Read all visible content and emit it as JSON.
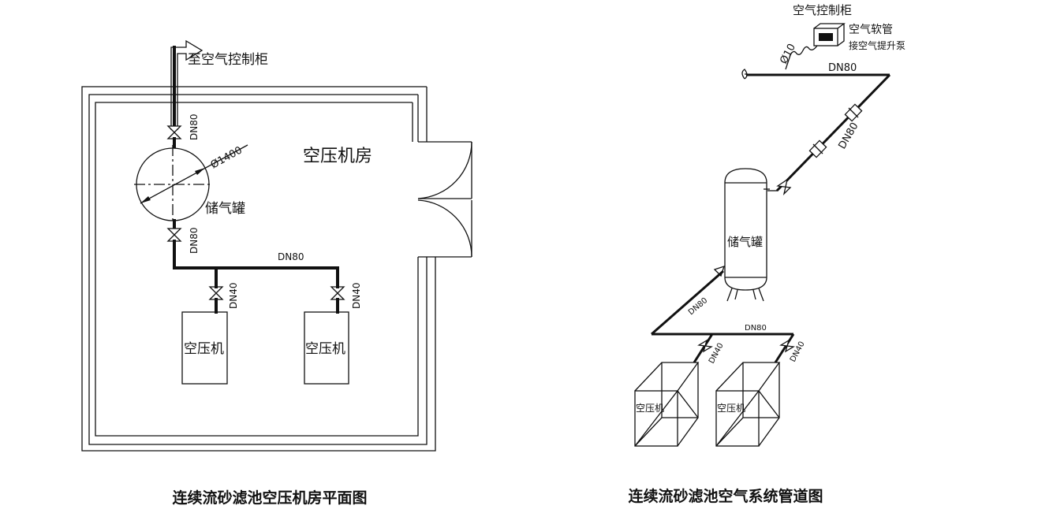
{
  "plan": {
    "to_cabinet": "至空气控制柜",
    "room_label": "空压机房",
    "tank_label": "储气罐",
    "tank_diameter": "Ø1400",
    "pipe_main_top": "DN80",
    "pipe_main_bottom": "DN80",
    "pipe_header": "DN80",
    "branch_left": "DN40",
    "branch_right": "DN40",
    "compressor_left": "空压机",
    "compressor_right": "空压机",
    "caption": "连续流砂滤池空压机房平面图"
  },
  "iso": {
    "cabinet_label": "空气控制柜",
    "hose_label": "空气软管",
    "hose_note": "接空气提升泵",
    "hose_size": "Ø10",
    "top_pipe": "DN80",
    "diag_pipe": "DN80",
    "tank_label": "储气罐",
    "low_diag_pipe": "DN80",
    "header_pipe": "DN80",
    "branch_left": "DN40",
    "branch_right": "DN40",
    "compressor_left": "空压机",
    "compressor_right": "空压机",
    "caption": "连续流砂滤池空气系统管道图"
  }
}
